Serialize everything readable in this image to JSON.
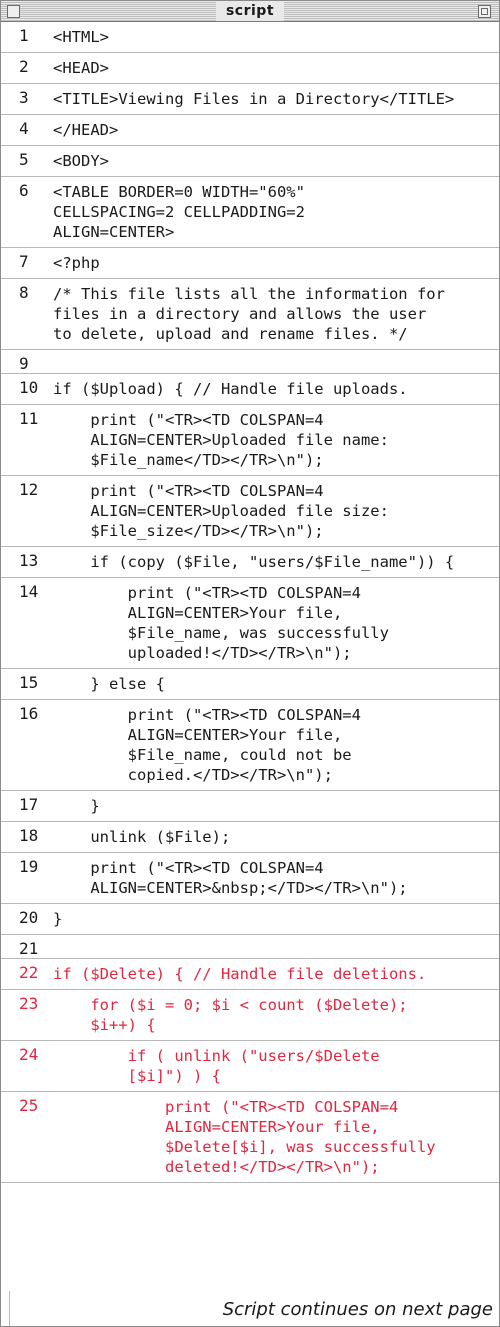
{
  "window": {
    "title": "script"
  },
  "lines": [
    {
      "n": "1",
      "text": "<HTML>",
      "hl": false
    },
    {
      "n": "2",
      "text": "<HEAD>",
      "hl": false
    },
    {
      "n": "3",
      "text": "<TITLE>Viewing Files in a Directory</TITLE>",
      "hl": false
    },
    {
      "n": "4",
      "text": "</HEAD>",
      "hl": false
    },
    {
      "n": "5",
      "text": "<BODY>",
      "hl": false
    },
    {
      "n": "6",
      "text": "<TABLE BORDER=0 WIDTH=\"60%\"\nCELLSPACING=2 CELLPADDING=2\nALIGN=CENTER>",
      "hl": false
    },
    {
      "n": "7",
      "text": "<?php",
      "hl": false
    },
    {
      "n": "8",
      "text": "/* This file lists all the information for\nfiles in a directory and allows the user\nto delete, upload and rename files. */",
      "hl": false
    },
    {
      "n": "9",
      "text": "",
      "hl": false
    },
    {
      "n": "10",
      "text": "if ($Upload) { // Handle file uploads.",
      "hl": false
    },
    {
      "n": "11",
      "text": "    print (\"<TR><TD COLSPAN=4\n    ALIGN=CENTER>Uploaded file name:\n    $File_name</TD></TR>\\n\");",
      "hl": false
    },
    {
      "n": "12",
      "text": "    print (\"<TR><TD COLSPAN=4\n    ALIGN=CENTER>Uploaded file size:\n    $File_size</TD></TR>\\n\");",
      "hl": false
    },
    {
      "n": "13",
      "text": "    if (copy ($File, \"users/$File_name\")) {",
      "hl": false
    },
    {
      "n": "14",
      "text": "        print (\"<TR><TD COLSPAN=4\n        ALIGN=CENTER>Your file,\n        $File_name, was successfully\n        uploaded!</TD></TR>\\n\");",
      "hl": false
    },
    {
      "n": "15",
      "text": "    } else {",
      "hl": false
    },
    {
      "n": "16",
      "text": "        print (\"<TR><TD COLSPAN=4\n        ALIGN=CENTER>Your file,\n        $File_name, could not be\n        copied.</TD></TR>\\n\");",
      "hl": false
    },
    {
      "n": "17",
      "text": "    }",
      "hl": false
    },
    {
      "n": "18",
      "text": "    unlink ($File);",
      "hl": false
    },
    {
      "n": "19",
      "text": "    print (\"<TR><TD COLSPAN=4\n    ALIGN=CENTER>&nbsp;</TD></TR>\\n\");",
      "hl": false
    },
    {
      "n": "20",
      "text": "}",
      "hl": false
    },
    {
      "n": "21",
      "text": "",
      "hl": false
    },
    {
      "n": "22",
      "text": "if ($Delete) { // Handle file deletions.",
      "hl": true
    },
    {
      "n": "23",
      "text": "    for ($i = 0; $i < count ($Delete);\n    $i++) {",
      "hl": true
    },
    {
      "n": "24",
      "text": "        if ( unlink (\"users/$Delete\n        [$i]\") ) {",
      "hl": true
    },
    {
      "n": "25",
      "text": "            print (\"<TR><TD COLSPAN=4\n            ALIGN=CENTER>Your file,\n            $Delete[$i], was successfully\n            deleted!</TD></TR>\\n\");",
      "hl": true
    }
  ],
  "footer": {
    "continued": "Script continues on next page"
  },
  "colors": {
    "highlight": "#e2263f",
    "text": "#1a1a1a",
    "rule": "#b8b8b8"
  }
}
